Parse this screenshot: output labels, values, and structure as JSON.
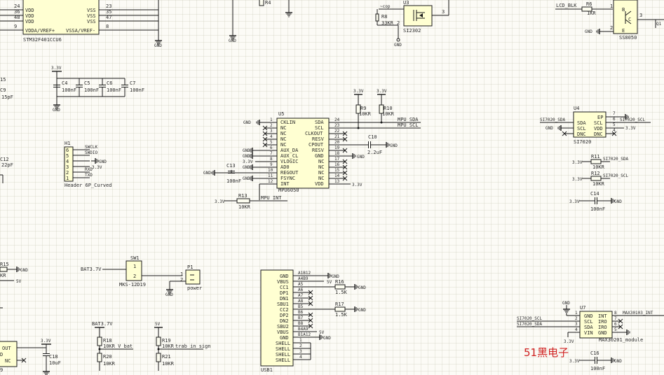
{
  "watermark": "51黑电子",
  "symbols": {
    "gnd": "GND",
    "v33": "3.3V",
    "v5": "5V",
    "bat": "BAT3.7V"
  },
  "mcu": {
    "designator": "STM32F401CCU6",
    "left_labels": [
      "VDD",
      "VDD",
      "VDD",
      "VDDA/VREF+"
    ],
    "left_pins": [
      "24",
      "36",
      "48",
      "9"
    ],
    "right_labels": [
      "VSS",
      "VSS",
      "VSS",
      "VSSA/VREF-"
    ],
    "right_pins": [
      "23",
      "35",
      "47",
      "8"
    ]
  },
  "top_parts": {
    "r4": "R4",
    "u3": "U3",
    "u3_part": "SI2302",
    "u3_pin3": "3",
    "u3_net": "~cop",
    "u3_pin2": "2",
    "r8": "R8",
    "r8_val": "33KR",
    "r6": "R6",
    "r6_val": "1KR",
    "r6_net": "LCD_BLK",
    "q": "Q1",
    "q_part": "SS8050",
    "q_b": "B",
    "q_c": "C",
    "q_e": "E",
    "q_pin1": "1",
    "q_pin2": "2",
    "q_pin3": "3"
  },
  "decoupling": {
    "caps": [
      {
        "ref": "C4",
        "val": "100nF"
      },
      {
        "ref": "C5",
        "val": "100nF"
      },
      {
        "ref": "C6",
        "val": "100nF"
      },
      {
        "ref": "C7",
        "val": "100nF"
      }
    ]
  },
  "left_edge": {
    "c9": "C9",
    "c9_val": "15pF",
    "c15": "15",
    "c12": "C12",
    "c12_val": "22pF"
  },
  "swd": {
    "designator": "H1",
    "part": "Header 6P_Curved",
    "nets": [
      "SWCLK",
      "SWDIO",
      "GND",
      "3.3V",
      "RXD",
      "TXD"
    ],
    "pins": [
      "6",
      "5",
      "4",
      "3",
      "2",
      "1"
    ]
  },
  "mpu": {
    "designator": "U5",
    "part": "MPU6050",
    "left_labels": [
      "CKLIN",
      "NC",
      "NC",
      "NC",
      "NC",
      "AUX_DA",
      "AUX_CL",
      "VLOGIC",
      "AD0",
      "REGOUT",
      "FSYNC",
      "INT"
    ],
    "left_pins": [
      "1",
      "2",
      "3",
      "4",
      "5",
      "6",
      "7",
      "8",
      "9",
      "10",
      "11",
      "12"
    ],
    "right_labels": [
      "SDA",
      "SCL",
      "CLKOUT",
      "RESV",
      "CPOUT",
      "RESV",
      "GND",
      "NC",
      "NC",
      "NC",
      "NC",
      "VDD"
    ],
    "right_pins": [
      "24",
      "23",
      "22",
      "21",
      "20",
      "19",
      "18",
      "17",
      "16",
      "15",
      "14",
      "13"
    ],
    "net_sda": "MPU_SDA",
    "net_scl": "MPU_SCL",
    "net_int": "MPU_INT",
    "r9": "R9",
    "r9_val": "10KR",
    "r10": "R10",
    "r10_val": "10KR",
    "c10": "C10",
    "c10_val": "2.2uF",
    "c13": "C13",
    "c13_val": "100nF",
    "r13": "R13",
    "r13_val": "10KR"
  },
  "si7020": {
    "designator": "U4",
    "part": "SI7020",
    "left_labels": [
      "SDA",
      "SCL",
      "DNC"
    ],
    "right_labels": [
      "EP",
      "SCL",
      "VDD",
      "DNC"
    ],
    "pins_right": [
      "7",
      "6",
      "5",
      "4"
    ],
    "net_sda": "SI7020_SDA",
    "net_scl": "SI7020_SCL",
    "r11": "R11",
    "r11_val": "10KR",
    "r12": "R12",
    "r12_val": "10KR",
    "c14": "C14",
    "c14_val": "100nF"
  },
  "power_switch": {
    "sw": "SW1",
    "sw_part": "MKS-12D19",
    "p1": "P1",
    "p1_part": "power",
    "pins": [
      "1",
      "2"
    ],
    "p_pins": [
      "1",
      "2"
    ]
  },
  "left_bottom": {
    "r15": "R15",
    "kr": "KR",
    "out": "OUT",
    "nc": "NC",
    "d": "D",
    "num": "9"
  },
  "battery_sense": {
    "c18": "C18",
    "c18_val": "10uF",
    "r18": "R18",
    "r18_val": "10KR_V_bat",
    "r20": "R20",
    "r20_val": "10KR",
    "r19": "R19",
    "r19_val": "10KR",
    "r19_net": "trab_in_sign",
    "r21": "R21",
    "r21_val": "10KR"
  },
  "usb": {
    "designator": "USB1",
    "labels": [
      "GND",
      "VBUS",
      "CC1",
      "DP1",
      "DN1",
      "SBU1",
      "CC2",
      "DP2",
      "DN2",
      "SBU2",
      "VBUS",
      "GND",
      "SHELL",
      "SHELL",
      "SHELL",
      "SHELL"
    ],
    "pins": [
      "A1B12",
      "A4B9",
      "A5",
      "A6",
      "A7",
      "A8",
      "B5",
      "B6",
      "B7",
      "B8",
      "B4A9",
      "B1A12",
      "1",
      "2",
      "3",
      "4"
    ],
    "r16": "R16",
    "r16_val": "1.5K",
    "r17": "R17",
    "r17_val": "1.5K"
  },
  "max30201": {
    "designator": "U7",
    "part": "MAX30201_module",
    "left_labels": [
      "GND",
      "SCL",
      "SDA",
      "VIN"
    ],
    "left_pins": [
      "1",
      "2",
      "3",
      "4"
    ],
    "right_labels": [
      "INT",
      "IRO",
      "IRO",
      "GND"
    ],
    "right_pins": [
      "8",
      "7",
      "6",
      "5"
    ],
    "net_int": "MAX30103_INT",
    "net_scl": "SI7020_SCL",
    "net_sda": "SI7020_SDA",
    "c16": "C16",
    "c16_val": "100nF"
  }
}
